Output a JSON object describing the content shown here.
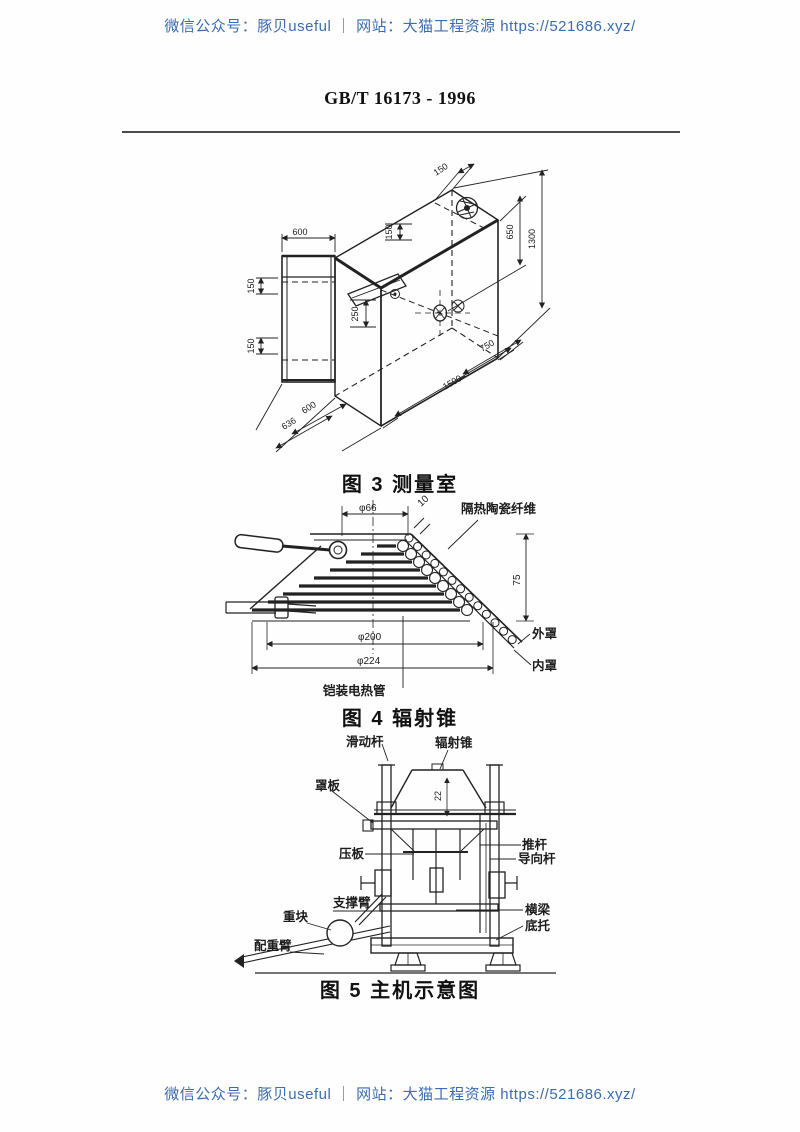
{
  "watermark": {
    "text": "微信公众号：豚贝useful ｜ 网站：大猫工程资源 https://521686.xyz/",
    "color": "#3a6cb8"
  },
  "title": {
    "text": "GB/T 16173 - 1996"
  },
  "figure3": {
    "caption": "图 3 测量室",
    "dims": {
      "top150": "150",
      "left600": "600",
      "left150a": "150",
      "left150b": "150",
      "mid150": "150",
      "mid250": "250",
      "right650": "650",
      "right1300": "1300",
      "bottom750": "750",
      "bottom1500": "1500",
      "bottom600": "600",
      "bottom636": "636"
    }
  },
  "figure4": {
    "caption": "图 4 辐射锥",
    "labels": {
      "fiber": "隔热陶瓷纤维",
      "outer_cover": "外罩",
      "inner_cover": "内罩",
      "heater_tube": "铠装电热管"
    },
    "dims": {
      "phi66": "φ66",
      "wall10": "10",
      "height75": "75",
      "phi200": "φ200",
      "phi224": "φ224"
    }
  },
  "figure5": {
    "caption": "图 5 主机示意图",
    "labels": {
      "sliding_rod": "滑动杆",
      "radiation_cone": "辐射锥",
      "cover_plate": "罩板",
      "press_plate": "压板",
      "push_rod": "推杆",
      "guide_rod": "导向杆",
      "support_arm": "支撑臂",
      "weight": "重块",
      "counterweight_arm": "配重臂",
      "cross_beam": "横梁",
      "bottom_support": "底托"
    },
    "dims": {
      "d22": "22"
    }
  }
}
